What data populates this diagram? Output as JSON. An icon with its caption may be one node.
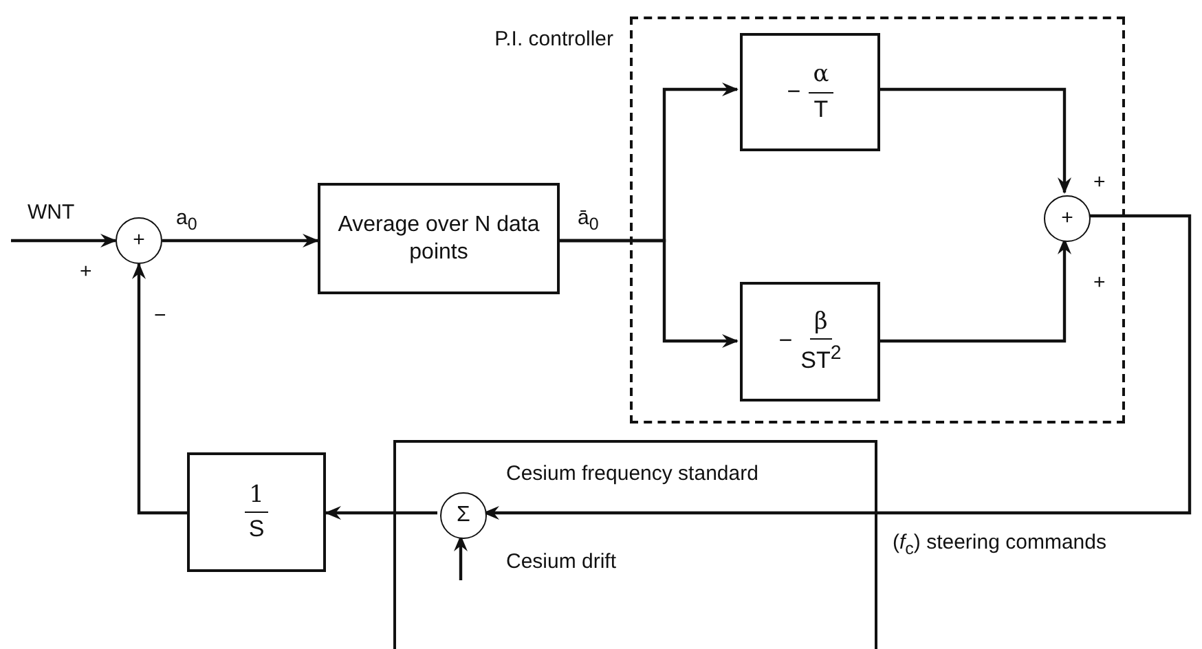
{
  "diagram": {
    "nodes": [
      {
        "text": [
          "+"
        ],
        "beside": [
          "+",
          "−"
        ]
      },
      {
        "text": [
          "Average over N data points"
        ]
      },
      {
        "text": [
          "P.I. controller"
        ]
      },
      {
        "text": [
          "−",
          "α",
          "T"
        ],
        "in": 2
      },
      {
        "text": [
          "−",
          "β",
          "ST$^{2}$"
        ],
        "in": 2
      },
      {
        "text": [
          "+"
        ],
        "in": 2,
        "beside": [
          "+",
          "+"
        ]
      },
      {
        "text": [
          "Cesium frequency standard"
        ]
      },
      {
        "text": [
          "Σ"
        ],
        "in": 6
      },
      {
        "text": [
          "1",
          "S"
        ]
      }
    ],
    "edges": [
      {
        "from": null,
        "to": 0,
        "arrow": "to",
        "label": "WNT"
      },
      {
        "from": 0,
        "to": 1,
        "arrow": "to",
        "label": "a$_{0}$"
      },
      {
        "from": 1,
        "to": 3,
        "arrow": "to",
        "label": "ā$_{0}$"
      },
      {
        "from": 1,
        "to": 4,
        "arrow": "to"
      },
      {
        "from": 3,
        "to": 5,
        "arrow": "to"
      },
      {
        "from": 4,
        "to": 5,
        "arrow": "to"
      },
      {
        "from": 5,
        "to": 7,
        "arrow": "to",
        "label": "(*f*$_{c}$) steering commands"
      },
      {
        "from": null,
        "to": 7,
        "arrow": "to",
        "label": "Cesium drift"
      },
      {
        "from": 7,
        "to": 8,
        "arrow": "to"
      },
      {
        "from": 8,
        "to": 0,
        "arrow": "to"
      }
    ]
  }
}
